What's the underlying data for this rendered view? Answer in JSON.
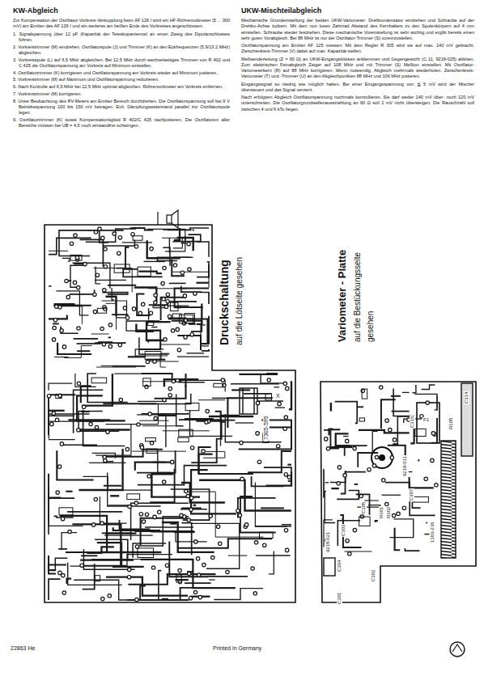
{
  "diagram": {
    "labels": [
      "KW-Abgleich",
      "Zur Kompensation der Oszillator-Vorkreis-Verkopplung beim AF 126 I wird ein HF-Röhrenvoltmeter (5 ... 300 mV) am Emitter des AF 126 I und ein weiteres am heißen Ende des Vorkreises angeschlossen.",
      "1. Signalspannung über 12 pF (Kapazität der Teleskopantenne) an einen Zweig des Dipolanschlusses führen.",
      "2. Vorkreistrimmer (M) eindrehen, Oszillatorspule (J) und Trimmer (K) an den Eckfrequenzen (5,9/13,2 MHz) abgleichen.",
      "3. Vorkreisspule (L) auf 6,5 MHz abgleichen. Bei 12,5 MHz durch wechselseitiges Trimmen von R 402 und C 425 die Oszillatorspannung am Vorkreis auf Minimum einstellen.",
      "4. Oszillatortrimmer (K) korrigieren und Oszillatorspannung am Vorkreis wieder auf Minimum justieren.",
      "5. Vorkreistrimmer (M) auf Maximum und Oszillatorspannung reduzieren.",
      "6. Nach Kontrolle auf 6,5 MHz bei 12,5 MHz optimal abgleichen. Röhrenvoltmeter am Vorkreis entfernen.",
      "7. Vorkreistrimmer (M) korrigieren.",
      "8. Unter Beobachtung des RV-Meters am Emitter Bereich durchdrehen. Die Oszillatorspannung soll bei 9 V Betriebsspannung 100 bis 150 mV betragen. Evtl. Dämpfungswiderstand parallel zur Oszillatorspule legen.",
      "9. Oszillatortrimmer (K) sowie Kompensationsglied R 402/C 425 nachjustieren. Die Oszillatoren aller Bereiche müssen bei UB = 4,5 noch einwandfrei schwingen.",
      "UKW-Mischteilabgleich",
      "Mechanische Grundeinstellung der beiden UKW-Variometer: Drehkondensator eindrehen und Schraube auf der Drehko-Achse lockern. Mit dem nun losen Zahnrad Abstand des Kernhalters zu den Spulenkörpern auf 4 mm einstellen. Schraube wieder festziehen. Diese mechanische Voreinstellung ist sehr wichtig und ergibt bereits einen sehr guten Vorabgleich. Bei 88 MHz ist nur der Oszillator-Trimmer (S) voreinzustellen.",
      "Oszillatorspannung am Emitter AF 125 messen: Mit dem Regler R 305 wird sie auf max. 140 mV gebracht. Zwischenkreis-Trimmer (V) dabei auf max. Kapazität stellen.",
      "Meßsenderleitung (Z = 60 Ω) an UKW-Eingangslötösen anklemmen und Gegengewicht (C 11, 9218-025) ablöten. Zum elektrischen Feinabgleich Zeiger auf 108 MHz und mit Trimmer (S) Meßton einstellen. Mit Oszillator-Variometerkern (R) auf 88 MHz korrigieren. Wenn notwendig, Abgleich mehrmals wiederholen. Zwischenkreis-Variometer (T) und -Trimmer (U) an den Abgleichpunkten 88 MHz und 106 MHz justieren.",
      "Eingangssignal so niedrig wie möglich halten. Bei einer Eingangsspannung von ≦ 5 mV wird der Mischer übersteuert und das Signal verzerrt.",
      "Nach erfolgtem Abgleich Oszillatorspannung nochmals kontrollieren. Sie darf weder 140 mV über- noch 120 mV unterschreiten. Die Oszillatorgrundwellenausstrahlung an 60 Ω soll 2 mV nicht übersteigen. Die Rauschzahl soll zwischen 4 und 6 kTo liegen.",
      "Druckschaltung",
      "auf die Lötseite gesehen",
      "Variometer - Platte",
      "auf die Bestückungsseite",
      "gesehen",
      "7305-595",
      "X",
      "22863 He",
      "Printed in Germany",
      "C314",
      "R105",
      "C316",
      "9218-011",
      "F1",
      "C307",
      "C305",
      "C303",
      "9218-021",
      "C304",
      "R301",
      "R302",
      "C302",
      "C301",
      "1303-236"
    ]
  }
}
